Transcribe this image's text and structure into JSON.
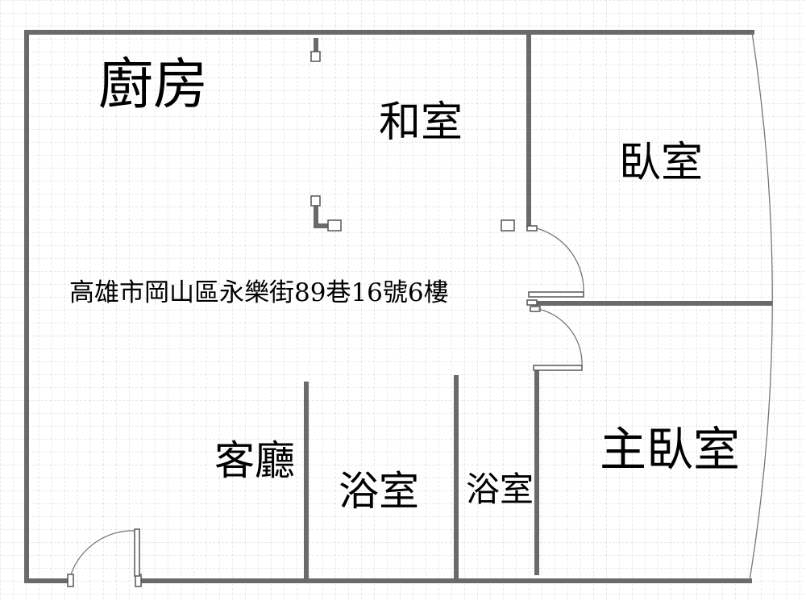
{
  "rooms": {
    "kitchen": "廚房",
    "washitsu": "和室",
    "bedroom": "臥室",
    "master_bedroom": "主臥室",
    "living_room": "客廳",
    "bathroom_1": "浴室",
    "bathroom_2": "浴室"
  },
  "address": "高雄市岡山區永樂街89巷16號6樓",
  "colors": {
    "background": "#ffffff",
    "grid_minor": "#d9d9d9",
    "wall": "#6a6a6a",
    "text": "#000000"
  }
}
